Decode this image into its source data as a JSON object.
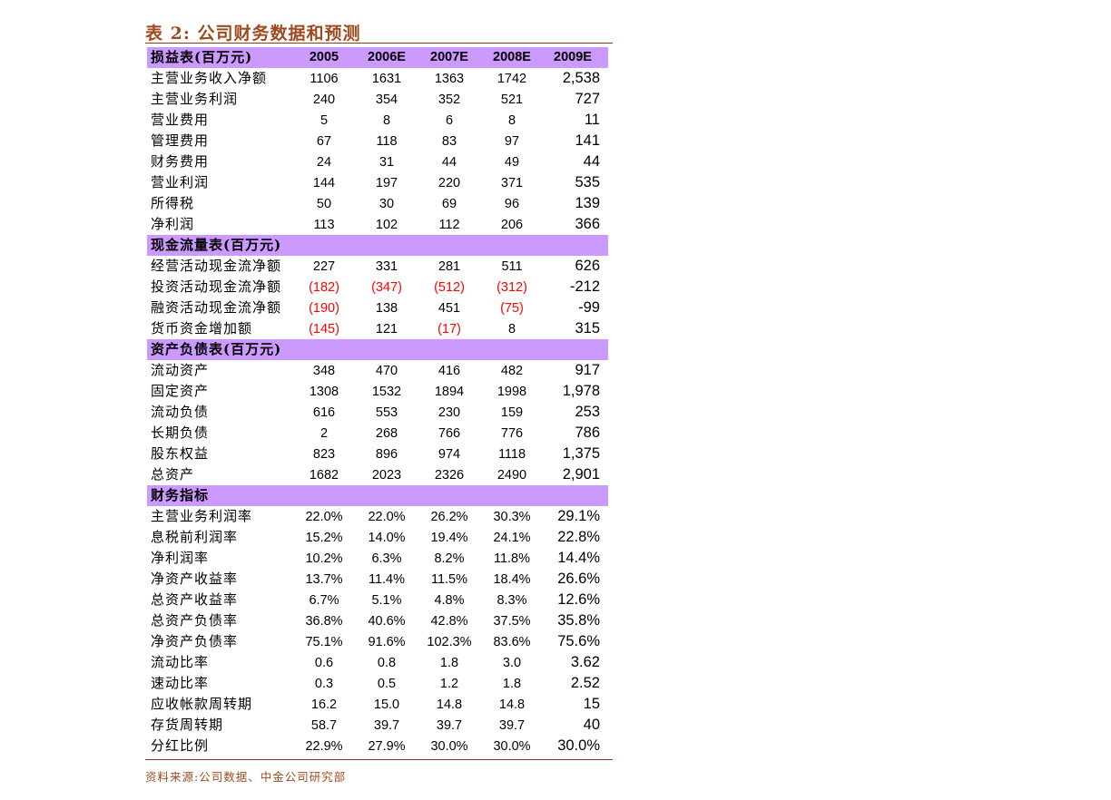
{
  "title": "表 2:  公司财务数据和预测",
  "source": "资料来源:公司数据、中金公司研究部",
  "colors": {
    "title": "#9e4a1f",
    "section_header_bg": "#cc99ff",
    "negative": "#ff0000",
    "rule": "#8b3a1a"
  },
  "table": {
    "columns": [
      "2005",
      "2006E",
      "2007E",
      "2008E",
      "2009E"
    ],
    "sections": [
      {
        "title": "损益表(百万元)",
        "show_columns": true,
        "rows": [
          {
            "label": "主营业务收入净额",
            "values": [
              "1106",
              "1631",
              "1363",
              "1742",
              "2,538"
            ]
          },
          {
            "label": "主营业务利润",
            "values": [
              "240",
              "354",
              "352",
              "521",
              "727"
            ]
          },
          {
            "label": "营业费用",
            "values": [
              "5",
              "8",
              "6",
              "8",
              "11"
            ]
          },
          {
            "label": "管理费用",
            "values": [
              "67",
              "118",
              "83",
              "97",
              "141"
            ]
          },
          {
            "label": "财务费用",
            "values": [
              "24",
              "31",
              "44",
              "49",
              "44"
            ]
          },
          {
            "label": "营业利润",
            "values": [
              "144",
              "197",
              "220",
              "371",
              "535"
            ]
          },
          {
            "label": "所得税",
            "values": [
              "50",
              "30",
              "69",
              "96",
              "139"
            ]
          },
          {
            "label": "净利润",
            "values": [
              "113",
              "102",
              "112",
              "206",
              "366"
            ]
          }
        ]
      },
      {
        "title": "现金流量表(百万元)",
        "show_columns": false,
        "rows": [
          {
            "label": "经营活动现金流净额",
            "values": [
              "227",
              "331",
              "281",
              "511",
              "626"
            ]
          },
          {
            "label": "投资活动现金流净额",
            "values": [
              "(182)",
              "(347)",
              "(512)",
              "(312)",
              "-212"
            ]
          },
          {
            "label": "融资活动现金流净额",
            "values": [
              "(190)",
              "138",
              "451",
              "(75)",
              "-99"
            ]
          },
          {
            "label": "货币资金增加额",
            "values": [
              "(145)",
              "121",
              "(17)",
              "8",
              "315"
            ]
          }
        ]
      },
      {
        "title": "资产负债表(百万元)",
        "show_columns": false,
        "rows": [
          {
            "label": "流动资产",
            "values": [
              "348",
              "470",
              "416",
              "482",
              "917"
            ]
          },
          {
            "label": "固定资产",
            "values": [
              "1308",
              "1532",
              "1894",
              "1998",
              "1,978"
            ]
          },
          {
            "label": "流动负债",
            "values": [
              "616",
              "553",
              "230",
              "159",
              "253"
            ]
          },
          {
            "label": "长期负债",
            "values": [
              "2",
              "268",
              "766",
              "776",
              "786"
            ]
          },
          {
            "label": "股东权益",
            "values": [
              "823",
              "896",
              "974",
              "1118",
              "1,375"
            ]
          },
          {
            "label": "总资产",
            "values": [
              "1682",
              "2023",
              "2326",
              "2490",
              "2,901"
            ]
          }
        ]
      },
      {
        "title": "财务指标",
        "show_columns": false,
        "rows": [
          {
            "label": "主营业务利润率",
            "values": [
              "22.0%",
              "22.0%",
              "26.2%",
              "30.3%",
              "29.1%"
            ]
          },
          {
            "label": "息税前利润率",
            "values": [
              "15.2%",
              "14.0%",
              "19.4%",
              "24.1%",
              "22.8%"
            ]
          },
          {
            "label": "净利润率",
            "values": [
              "10.2%",
              "6.3%",
              "8.2%",
              "11.8%",
              "14.4%"
            ]
          },
          {
            "label": "净资产收益率",
            "values": [
              "13.7%",
              "11.4%",
              "11.5%",
              "18.4%",
              "26.6%"
            ]
          },
          {
            "label": "总资产收益率",
            "values": [
              "6.7%",
              "5.1%",
              "4.8%",
              "8.3%",
              "12.6%"
            ]
          },
          {
            "label": "总资产负债率",
            "values": [
              "36.8%",
              "40.6%",
              "42.8%",
              "37.5%",
              "35.8%"
            ]
          },
          {
            "label": "净资产负债率",
            "values": [
              "75.1%",
              "91.6%",
              "102.3%",
              "83.6%",
              "75.6%"
            ]
          },
          {
            "label": "流动比率",
            "values": [
              "0.6",
              "0.8",
              "1.8",
              "3.0",
              "3.62"
            ]
          },
          {
            "label": "速动比率",
            "values": [
              "0.3",
              "0.5",
              "1.2",
              "1.8",
              "2.52"
            ]
          },
          {
            "label": "应收帐款周转期",
            "values": [
              "16.2",
              "15.0",
              "14.8",
              "14.8",
              "15"
            ]
          },
          {
            "label": "存货周转期",
            "values": [
              "58.7",
              "39.7",
              "39.7",
              "39.7",
              "40"
            ]
          },
          {
            "label": "分红比例",
            "values": [
              "22.9%",
              "27.9%",
              "30.0%",
              "30.0%",
              "30.0%"
            ]
          }
        ]
      }
    ]
  }
}
